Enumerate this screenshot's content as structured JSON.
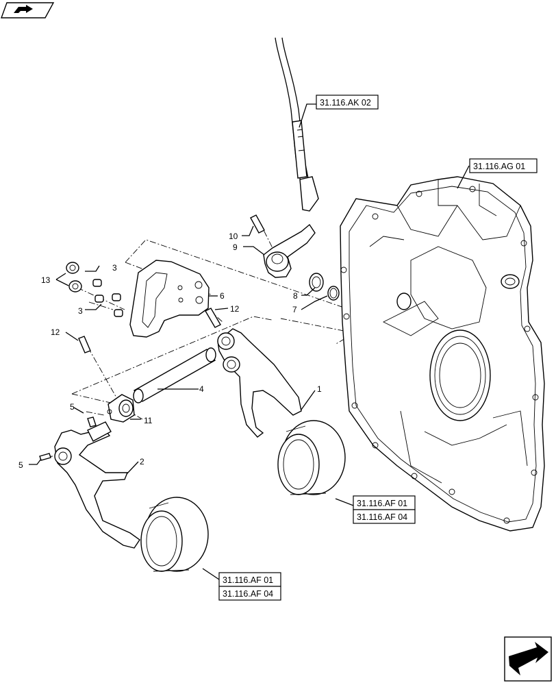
{
  "references": {
    "ak02": "31.116.AK 02",
    "ag01": "31.116.AG 01",
    "af01_a": "31.116.AF 01",
    "af04_a": "31.116.AF 04",
    "af01_b": "31.116.AF 01",
    "af04_b": "31.116.AF 04"
  },
  "callouts": {
    "c1": "1",
    "c2": "2",
    "c3a": "3",
    "c3b": "3",
    "c4": "4",
    "c5a": "5",
    "c5b": "5",
    "c6": "6",
    "c7": "7",
    "c8": "8",
    "c9": "9",
    "c10": "10",
    "c11": "11",
    "c12a": "12",
    "c12b": "12",
    "c13": "13"
  },
  "icons": {
    "top_left": "book-arrow-icon",
    "bottom_right": "next-page-arrow-icon"
  }
}
